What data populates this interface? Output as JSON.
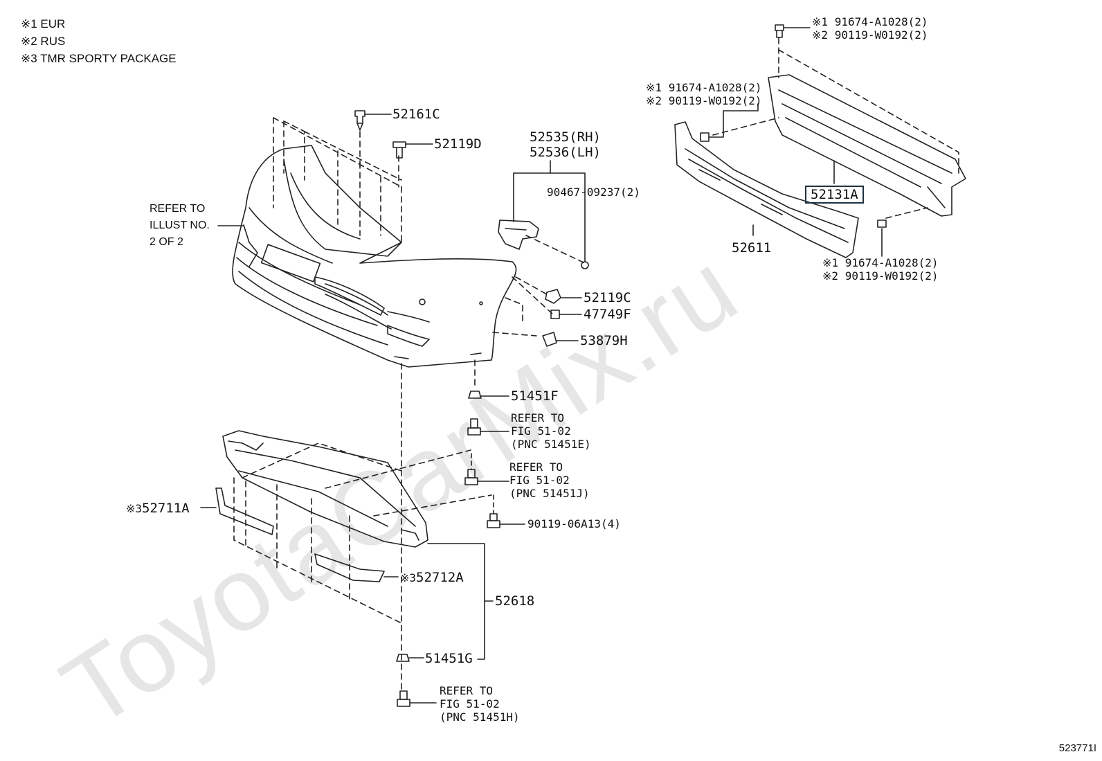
{
  "legend": {
    "note1": "※1 EUR",
    "note2": "※2 RUS",
    "note3": "※3 TMR SPORTY PACKAGE"
  },
  "watermark": "ToyotaCarMix.ru",
  "figure_number": "523771I",
  "colors": {
    "line": "#222222",
    "highlight_border": "#1f3140",
    "watermark": "#e6e6e6"
  },
  "labels": {
    "p52161C": "52161C",
    "p52119D": "52119D",
    "p52535": "52535(RH)",
    "p52536": "52536(LH)",
    "p90467": "90467-09237(2)",
    "refer_illust_1": "REFER TO",
    "refer_illust_2": "ILLUST NO.",
    "refer_illust_3": "2 OF 2",
    "p52119C": "52119C",
    "p47749F": "47749F",
    "p53879H": "53879H",
    "p51451F": "51451F",
    "refer_e_1": "REFER TO",
    "refer_e_2": "FIG 51-02",
    "refer_e_3": "(PNC 51451E)",
    "refer_j_1": "REFER TO",
    "refer_j_2": "FIG 51-02",
    "refer_j_3": "(PNC 51451J)",
    "p90119_06A13": "90119-06A13(4)",
    "p52711A_mark": "※3",
    "p52711A": "52711A",
    "p52712A_mark": "※3",
    "p52712A": "52712A",
    "p52618": "52618",
    "p51451G": "51451G",
    "refer_h_1": "REFER TO",
    "refer_h_2": "FIG 51-02",
    "refer_h_3": "(PNC 51451H)",
    "top_bolt_1_mark": "※1",
    "top_bolt_1": "91674-A1028(2)",
    "top_bolt_2_mark": "※2",
    "top_bolt_2": "90119-W0192(2)",
    "left_bolt_1_mark": "※1",
    "left_bolt_1": "91674-A1028(2)",
    "left_bolt_2_mark": "※2",
    "left_bolt_2": "90119-W0192(2)",
    "bottom_bolt_1_mark": "※1",
    "bottom_bolt_1": "91674-A1028(2)",
    "bottom_bolt_2_mark": "※2",
    "bottom_bolt_2": "90119-W0192(2)",
    "p52131A": "52131A",
    "p52611": "52611"
  }
}
